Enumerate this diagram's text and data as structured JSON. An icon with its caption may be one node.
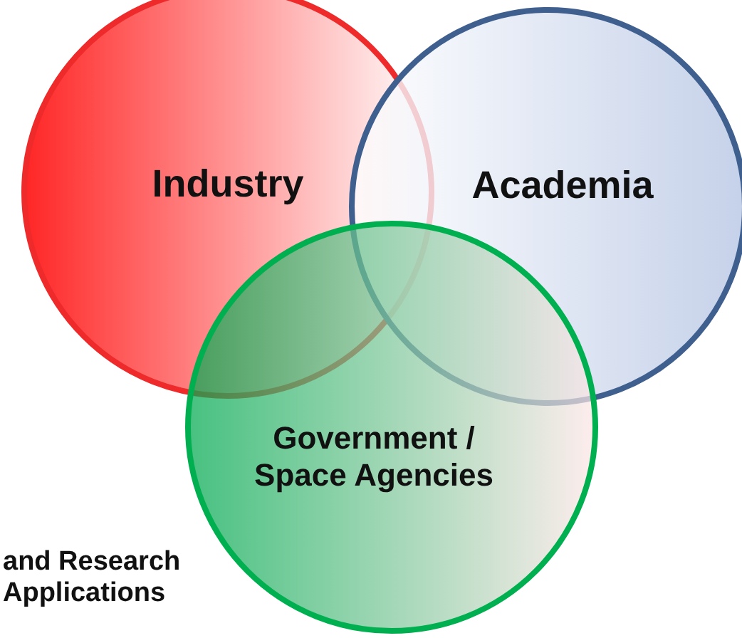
{
  "diagram": {
    "nodes": [
      {
        "text": [
          "Industry"
        ]
      },
      {
        "text": [
          "Academia"
        ]
      },
      {
        "text": [
          "Government / Space Agencies"
        ]
      }
    ],
    "edges": [],
    "labels": [
      "and Research Applications"
    ]
  }
}
